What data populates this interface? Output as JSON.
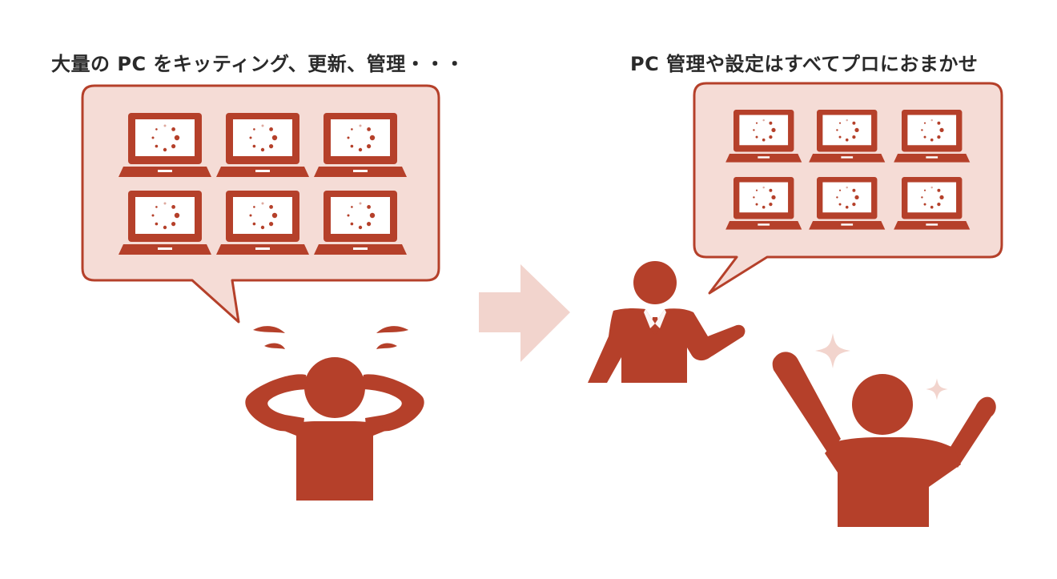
{
  "captions": {
    "left": "大量の PC をキッティング、更新、管理・・・",
    "right": "PC 管理や設定はすべてプロにおまかせ"
  },
  "colors": {
    "accent": "#b5402a",
    "bubble_fill": "#f5dcd6",
    "arrow_fill": "#f2d4cd",
    "screen": "#ffffff",
    "sparkle": "#f2d4cd"
  },
  "icons": {
    "laptop": "laptop-icon",
    "loading": "loading-spinner-icon",
    "arrow": "right-arrow-icon",
    "stressed_person": "stressed-person-icon",
    "businessman": "businessman-icon",
    "happy_person": "happy-person-icon",
    "sparkle": "sparkle-icon"
  },
  "bubbles": {
    "left_laptop_count": 6,
    "right_laptop_count": 6
  }
}
